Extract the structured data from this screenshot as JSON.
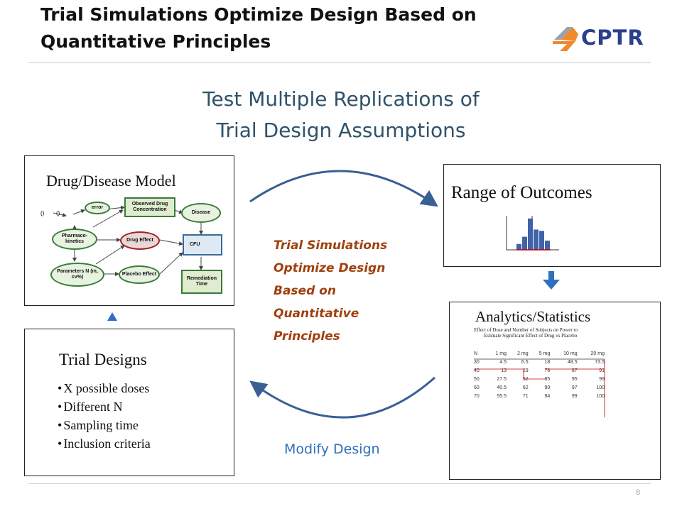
{
  "header": {
    "title_line1": "Trial Simulations Optimize Design Based on",
    "title_line2": "Quantitative Principles",
    "logo_text": "CPTR",
    "logo_colors": {
      "arrow_orange": "#f08a2c",
      "arrow_gray": "#9aa3a9",
      "text": "#2b3f8e"
    }
  },
  "subtitle": {
    "line1": "Test Multiple Replications of",
    "line2": "Trial Design Assumptions"
  },
  "drug_model": {
    "heading": "Drug/Disease Model",
    "nodes": {
      "error": "error",
      "observed": "Observed Drug Concentration",
      "disease": "Disease",
      "pk": "Pharmaco-kinetics",
      "drug_effect": "Drug Effect",
      "cfu": "CFU",
      "parameters": "Parameters N (m, cv%)",
      "placebo": "Placebo Effect",
      "remediation": "Remediation Time"
    },
    "small_labels": {
      "a": "()",
      "b": "()"
    }
  },
  "outcomes": {
    "heading": "Range of Outcomes",
    "histogram": [
      18,
      40,
      96,
      62,
      58,
      28
    ]
  },
  "analytics": {
    "heading": "Analytics/Statistics",
    "caption_line1": "Effect of Dose and Number of Subjects on Power to",
    "caption_line2": "Estimate Significant Effect of Drug vs Placebo",
    "columns": [
      "N",
      "1 mg",
      "2 mg",
      "5 mg",
      "10 mg",
      "20 mg"
    ],
    "rows": [
      [
        "30",
        "4.5",
        "6.5",
        "18",
        "48.5",
        "73.5"
      ],
      [
        "40",
        "13",
        "29",
        "76",
        "87",
        "91"
      ],
      [
        "50",
        "27.5",
        "52",
        "85",
        "95",
        "99"
      ],
      [
        "60",
        "40.5",
        "62",
        "90",
        "97",
        "100"
      ],
      [
        "70",
        "55.5",
        "71",
        "94",
        "99",
        "100"
      ]
    ]
  },
  "trial_designs": {
    "heading": "Trial Designs",
    "items": [
      "X possible doses",
      "Different N",
      "Sampling time",
      "Inclusion criteria"
    ]
  },
  "center": {
    "line1": "Trial Simulations",
    "line2": "Optimize Design",
    "line3": "Based on",
    "line4": "Quantitative",
    "line5": "Principles"
  },
  "modify_label": "Modify Design",
  "page_number": "8",
  "colors": {
    "accent_blue": "#2f6fbf",
    "center_text": "#a0400f",
    "subtitle": "#2f5269"
  }
}
